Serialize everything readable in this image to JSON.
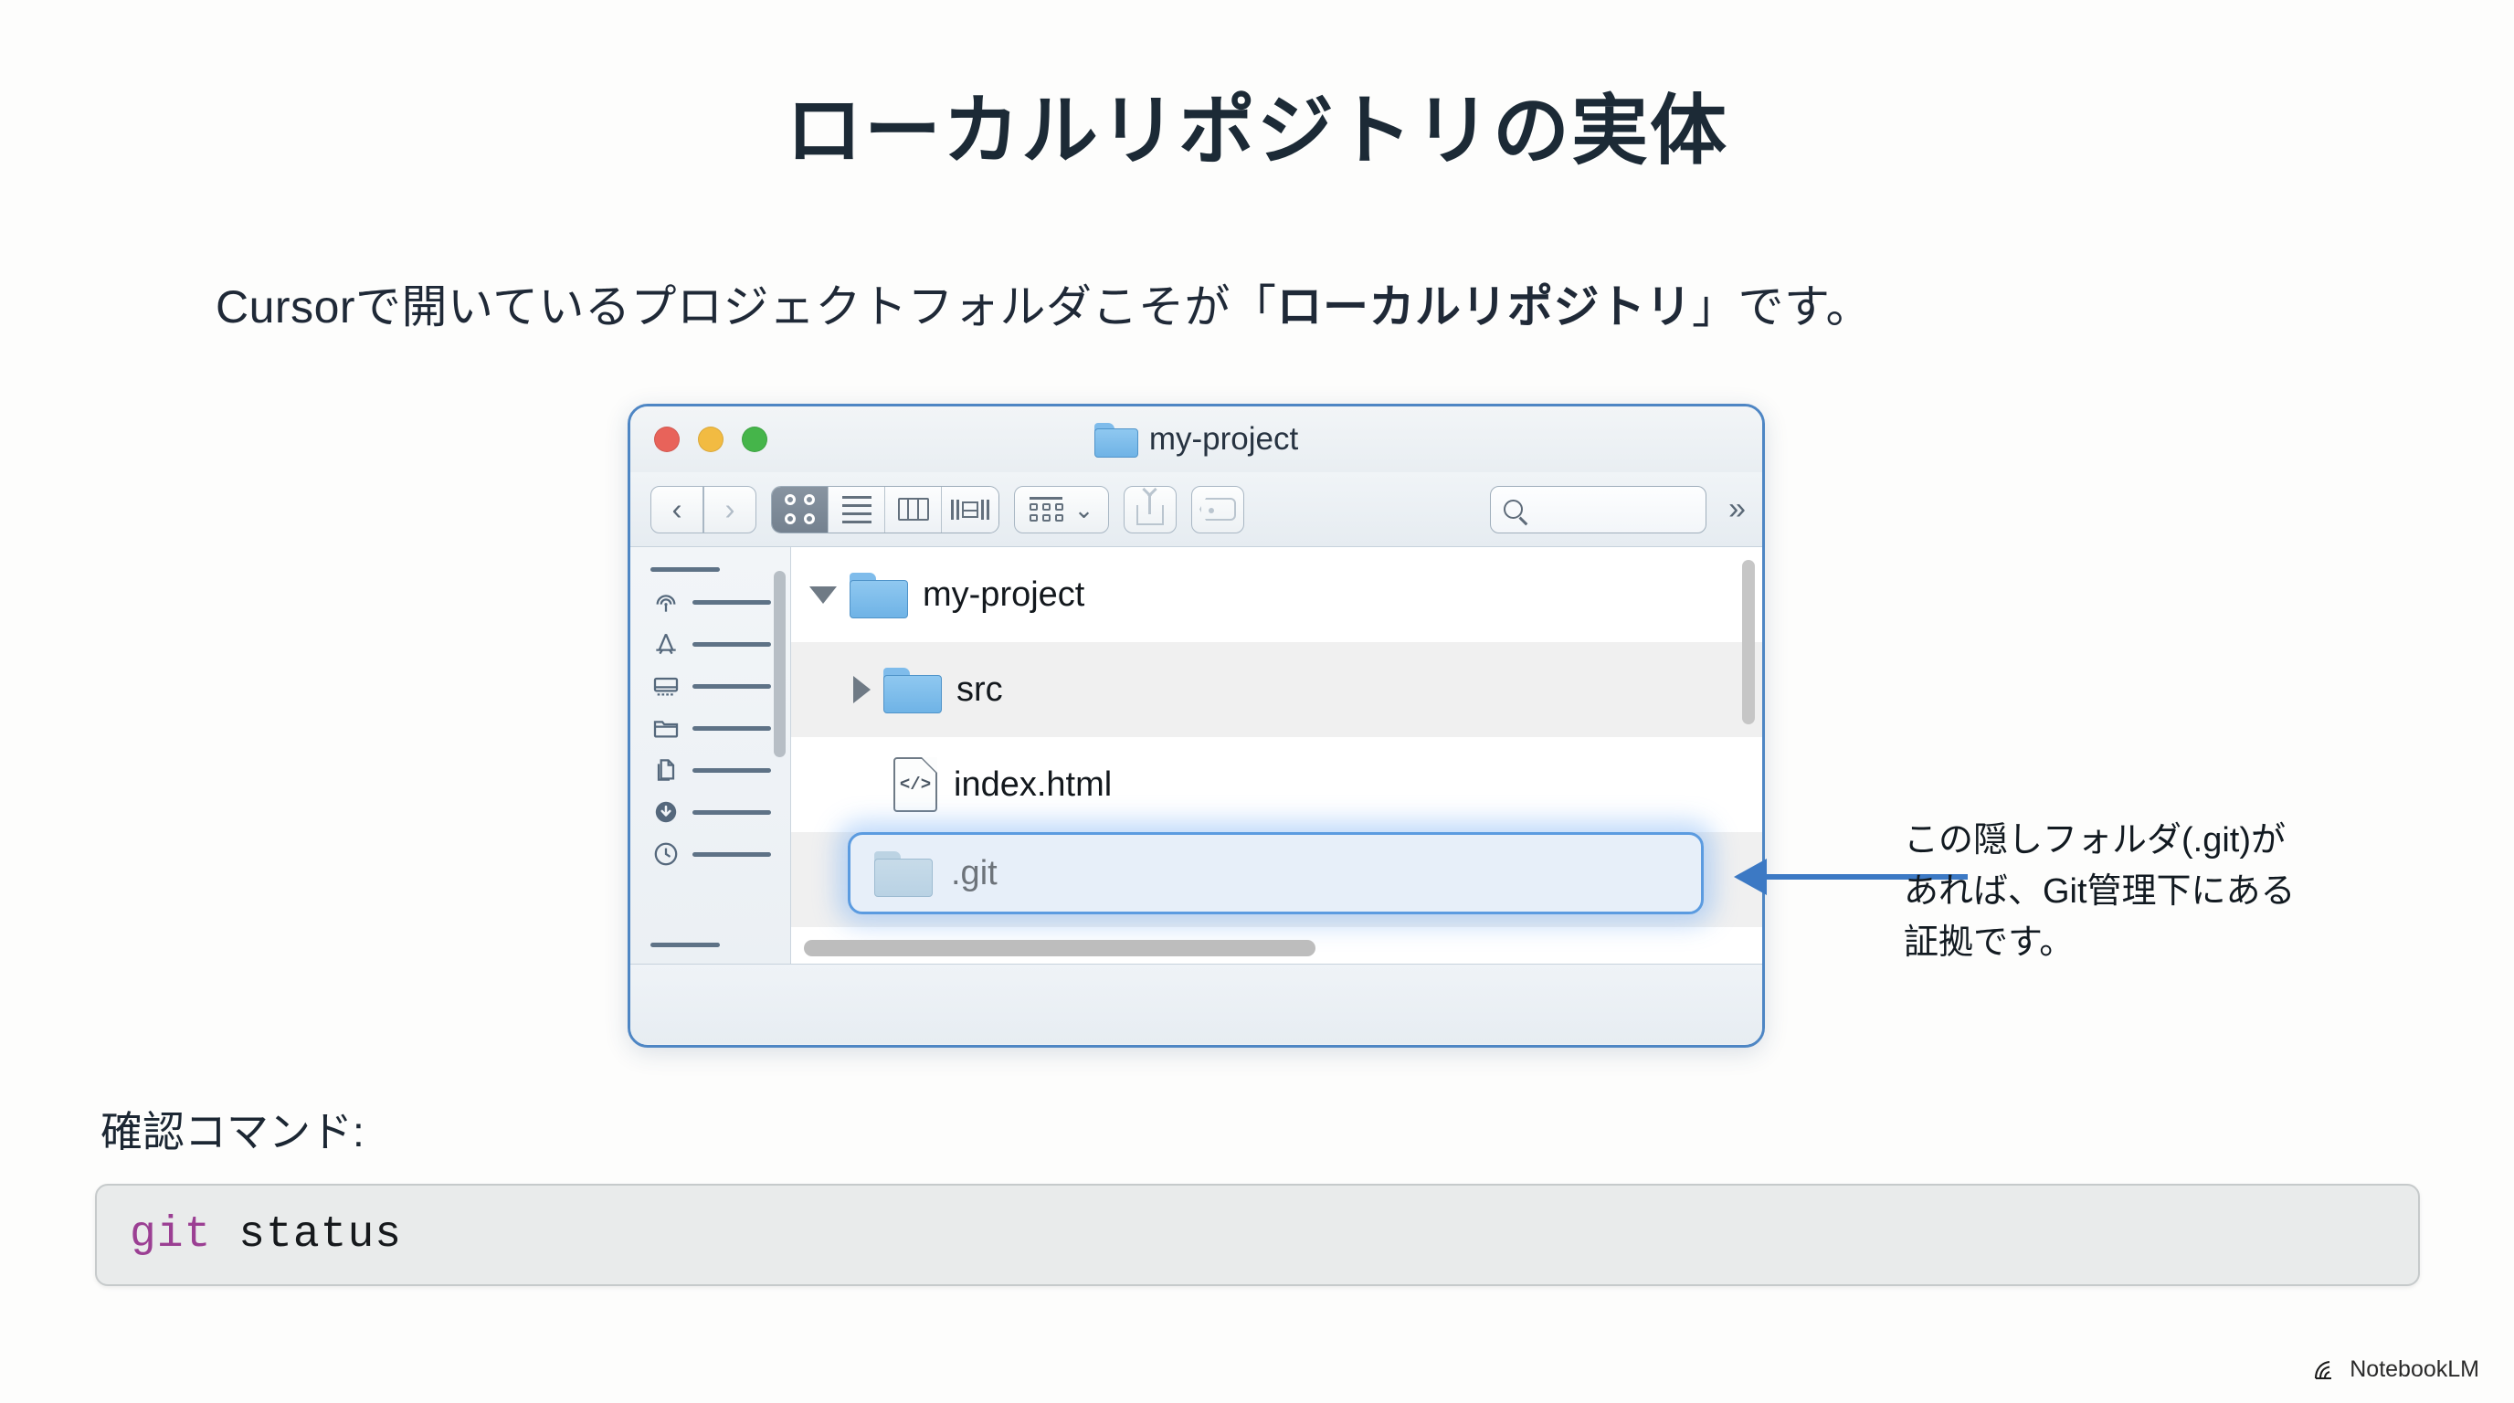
{
  "slide": {
    "title": "ローカルリポジトリの実体",
    "subtitle_before": "Cursorで開いているプロジェクトフォルダこそが「",
    "subtitle_em": "ローカルリポジトリ",
    "subtitle_after": "」です。"
  },
  "finder": {
    "window_title": "my-project",
    "traffic_lights": {
      "close_color": "#E8635A",
      "minimize_color": "#F2BB42",
      "zoom_color": "#45B54A"
    },
    "toolbar": {
      "back_label": "‹",
      "forward_label": "›",
      "view_modes": [
        "icon-view",
        "list-view",
        "column-view",
        "gallery-view"
      ],
      "active_view_mode": "icon-view",
      "group_by_label": "group-by",
      "share_label": "share",
      "tag_label": "tag",
      "overflow_label": "»"
    },
    "search": {
      "value": "",
      "placeholder": ""
    },
    "sidebar": {
      "items": [
        {
          "icon": "airdrop-icon"
        },
        {
          "icon": "applications-icon"
        },
        {
          "icon": "desktop-icon"
        },
        {
          "icon": "documents-icon"
        },
        {
          "icon": "files-icon"
        },
        {
          "icon": "downloads-icon"
        },
        {
          "icon": "recents-clock-icon"
        }
      ]
    },
    "files": [
      {
        "name": "my-project",
        "kind": "folder",
        "depth": 0,
        "twisty": "down",
        "selected": false
      },
      {
        "name": "src",
        "kind": "folder",
        "depth": 1,
        "twisty": "right",
        "selected": false
      },
      {
        "name": "index.html",
        "kind": "code",
        "depth": 1,
        "twisty": "none",
        "selected": false
      },
      {
        "name": ".git",
        "kind": "folder-muted",
        "depth": 1,
        "twisty": "none",
        "selected": true
      }
    ],
    "code_icon_glyph": "</>"
  },
  "annotation": {
    "line1": "この隠しフォルダ(.git)が",
    "line2": "あれば、Git管理下にある",
    "line3": "証拠です。",
    "arrow_color": "#3C79C4"
  },
  "command": {
    "label": "確認コマンド:",
    "keyword": "git",
    "argument": "status",
    "keyword_color": "#9B3F93"
  },
  "footer": {
    "brand": "NotebookLM"
  }
}
